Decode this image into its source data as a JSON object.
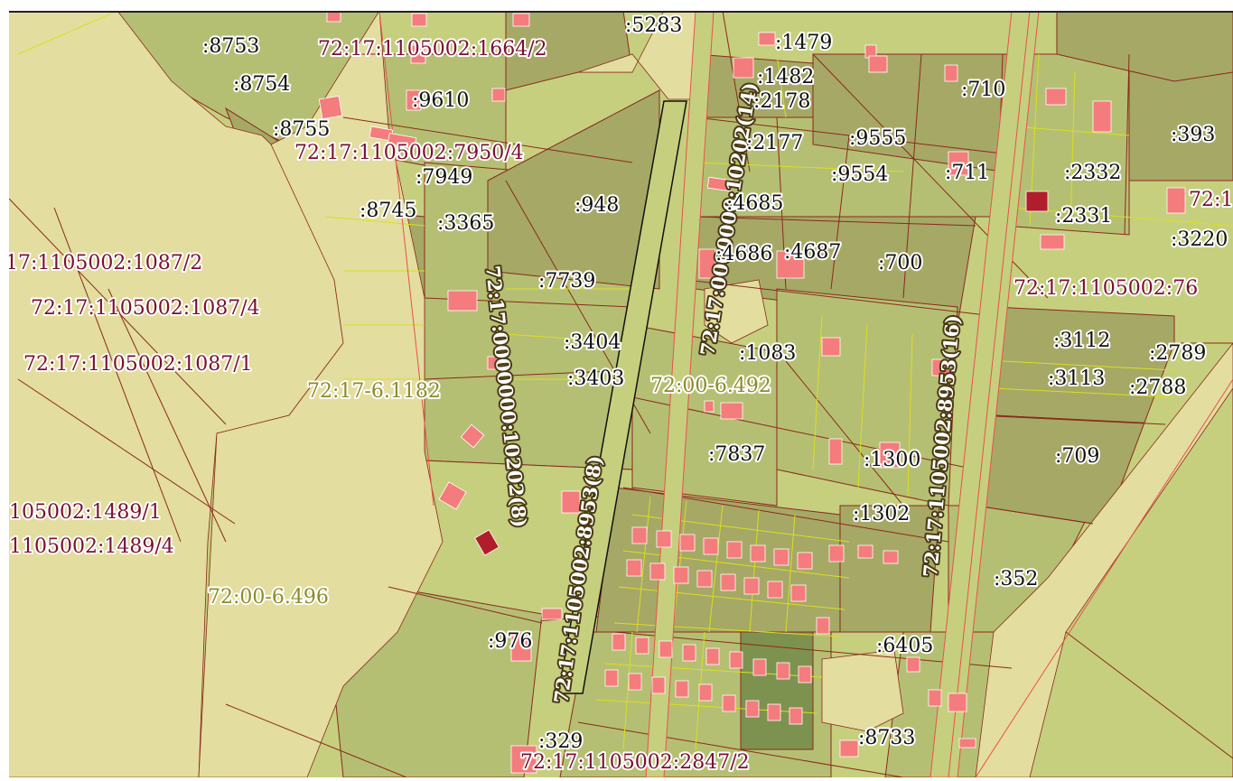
{
  "map": {
    "colors": {
      "sand": "#e3dd9f",
      "parcel_light": "#c6cf7e",
      "parcel_mid": "#b5bf73",
      "parcel_dark": "#a6a866",
      "parcel_green": "#7e9250",
      "building": "#f47c7c",
      "building_dark": "#b01e2c",
      "boundary_brown": "#8a2a1a",
      "boundary_yellow": "#d8e020",
      "boundary_red": "#e8524a"
    },
    "short_labels": [
      ":8753",
      ":8754",
      ":8755",
      ":9610",
      ":5283",
      ":1479",
      ":1482",
      ":2178",
      ":710",
      ":393",
      ":7949",
      ":2177",
      ":9555",
      ":711",
      ":2332",
      ":8745",
      ":3365",
      ":948",
      ":4685",
      ":9554",
      ":2331",
      ":3220",
      ":4686",
      ":4687",
      ":700",
      ":7739",
      ":3404",
      ":1083",
      ":3112",
      ":2789",
      ":3403",
      ":3113",
      ":2788",
      ":7837",
      ":1300",
      ":709",
      ":1302",
      ":352",
      ":976",
      ":6405",
      ":329",
      ":8733"
    ],
    "cadastral_labels": [
      "72:17:1105002:1664/2",
      "72:17:1105002:7950/4",
      "17:1105002:1087/2",
      "72:17:1105002:1087/4",
      "72:17:1105002:1087/1",
      "105002:1489/1",
      "1105002:1489/4",
      "72:17:1105002:2847/2",
      "72:17:1105002:76",
      "72:1"
    ],
    "zone_labels": [
      "72:17-6.1182",
      "72:00-6.492",
      "72:00-6.496"
    ],
    "road_labels": [
      "72:17:0000000:10202(14)",
      "72:17:0000000:10202(8)",
      "72:17:1105002:8953(8)",
      "72:17:1105002:8953(16)"
    ]
  }
}
